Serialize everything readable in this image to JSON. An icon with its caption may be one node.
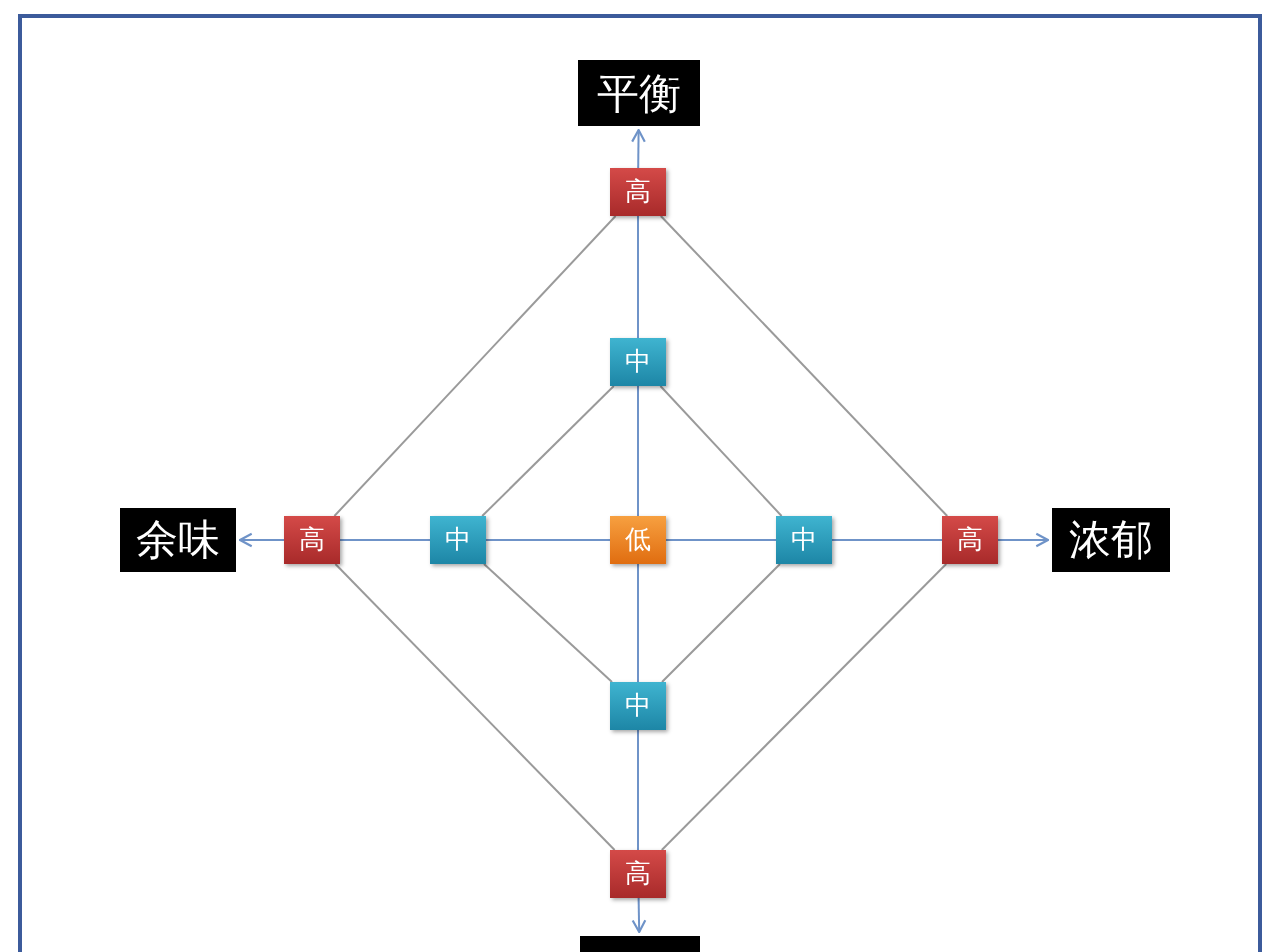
{
  "diagram": {
    "nodes": [
      {
        "text": [
          "平衡"
        ]
      },
      {
        "text": [
          "高"
        ]
      },
      {
        "text": [
          "中"
        ]
      },
      {
        "text": [
          "余味"
        ]
      },
      {
        "text": [
          "高"
        ]
      },
      {
        "text": [
          "中"
        ]
      },
      {
        "text": [
          "低"
        ]
      },
      {
        "text": [
          "中"
        ]
      },
      {
        "text": [
          "高"
        ]
      },
      {
        "text": [
          "浓郁"
        ]
      },
      {
        "text": [
          "中"
        ]
      },
      {
        "text": [
          "高"
        ]
      },
      {
        "text": [],
        "shape": "box"
      }
    ],
    "edges": [
      {
        "from": 1,
        "to": 0,
        "arrow": "to"
      },
      {
        "from": 4,
        "to": 3,
        "arrow": "to"
      },
      {
        "from": 8,
        "to": 9,
        "arrow": "to"
      },
      {
        "from": 11,
        "to": 12,
        "arrow": "to"
      },
      {
        "from": 1,
        "to": 2,
        "arrow": "none"
      },
      {
        "from": 2,
        "to": 6,
        "arrow": "none"
      },
      {
        "from": 6,
        "to": 10,
        "arrow": "none"
      },
      {
        "from": 10,
        "to": 11,
        "arrow": "none"
      },
      {
        "from": 4,
        "to": 5,
        "arrow": "none"
      },
      {
        "from": 5,
        "to": 6,
        "arrow": "none"
      },
      {
        "from": 6,
        "to": 7,
        "arrow": "none"
      },
      {
        "from": 7,
        "to": 8,
        "arrow": "none"
      },
      {
        "from": 1,
        "to": 8,
        "arrow": "none",
        "color": "#9a9a9a"
      },
      {
        "from": 8,
        "to": 11,
        "arrow": "none",
        "color": "#9a9a9a"
      },
      {
        "from": 11,
        "to": 4,
        "arrow": "none",
        "color": "#9a9a9a"
      },
      {
        "from": 4,
        "to": 1,
        "arrow": "none",
        "color": "#9a9a9a"
      },
      {
        "from": 2,
        "to": 7,
        "arrow": "none",
        "color": "#9a9a9a"
      },
      {
        "from": 7,
        "to": 10,
        "arrow": "none",
        "color": "#9a9a9a"
      },
      {
        "from": 10,
        "to": 5,
        "arrow": "none",
        "color": "#9a9a9a"
      },
      {
        "from": 5,
        "to": 2,
        "arrow": "none",
        "color": "#9a9a9a"
      }
    ]
  }
}
